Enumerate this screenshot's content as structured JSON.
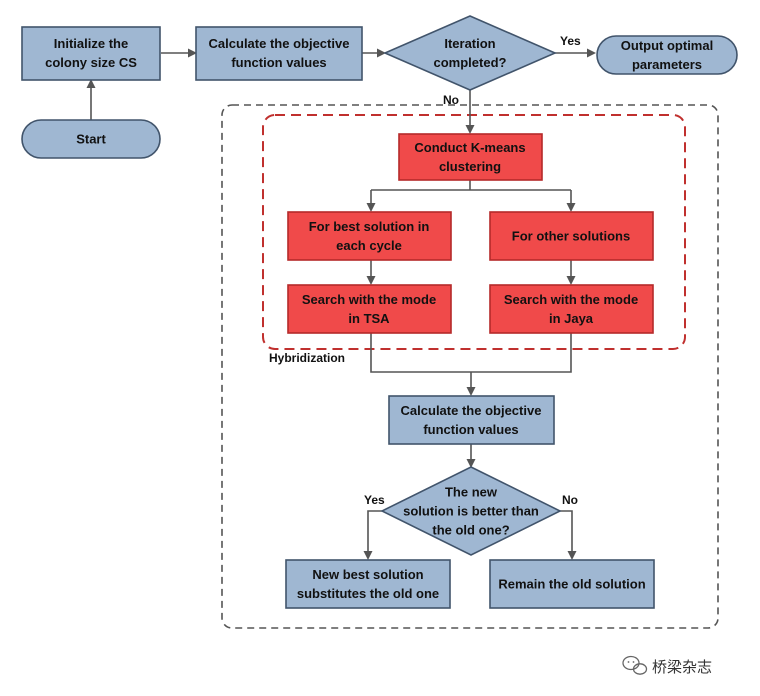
{
  "colors": {
    "blue_fill": "#9fb7d2",
    "blue_stroke": "#41546b",
    "red_fill": "#f04a4a",
    "red_stroke": "#b52a2a",
    "arrow": "#555555",
    "outer_dash": "#555555",
    "red_dash": "#c0302e"
  },
  "nodes": {
    "init": [
      "Initialize the",
      "colony size CS"
    ],
    "start": [
      "Start"
    ],
    "calc_top": [
      "Calculate the objective",
      "function values"
    ],
    "iter": [
      "Iteration",
      "completed?"
    ],
    "output": [
      "Output optimal",
      "parameters"
    ],
    "kmeans": [
      "Conduct K-means",
      "clustering"
    ],
    "best": [
      "For best solution in",
      "each cycle"
    ],
    "other": [
      "For other solutions"
    ],
    "tsa": [
      "Search with the mode",
      "in TSA"
    ],
    "jaya": [
      "Search with the mode",
      "in Jaya"
    ],
    "calc_mid": [
      "Calculate the objective",
      "function values"
    ],
    "better": [
      "The new",
      "solution is better than",
      "the old one?"
    ],
    "newbest": [
      "New best solution",
      "substitutes the old one"
    ],
    "remain": [
      "Remain the old solution"
    ]
  },
  "labels": {
    "yes_top": "Yes",
    "no_top": "No",
    "hybrid": "Hybridization",
    "yes_mid": "Yes",
    "no_mid": "No"
  },
  "watermark": {
    "icon": "wechat-icon",
    "text": "桥梁杂志"
  }
}
